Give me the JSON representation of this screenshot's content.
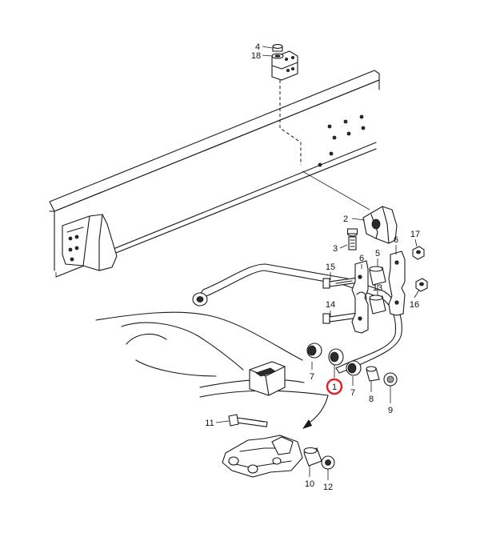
{
  "highlight_color": "#e0202a",
  "callouts": [
    {
      "id": "c1",
      "text": "1",
      "highlighted": true
    },
    {
      "id": "c2",
      "text": "2"
    },
    {
      "id": "c3",
      "text": "3"
    },
    {
      "id": "c4",
      "text": "4"
    },
    {
      "id": "c5",
      "text": "5"
    },
    {
      "id": "c6a",
      "text": "6"
    },
    {
      "id": "c6b",
      "text": "6"
    },
    {
      "id": "c7a",
      "text": "7"
    },
    {
      "id": "c7b",
      "text": "7"
    },
    {
      "id": "c8",
      "text": "8"
    },
    {
      "id": "c9",
      "text": "9"
    },
    {
      "id": "c10",
      "text": "10"
    },
    {
      "id": "c11",
      "text": "11"
    },
    {
      "id": "c12",
      "text": "12"
    },
    {
      "id": "c13",
      "text": "13"
    },
    {
      "id": "c14",
      "text": "14"
    },
    {
      "id": "c15",
      "text": "15"
    },
    {
      "id": "c16",
      "text": "16"
    },
    {
      "id": "c17",
      "text": "17"
    },
    {
      "id": "c18",
      "text": "18"
    }
  ]
}
